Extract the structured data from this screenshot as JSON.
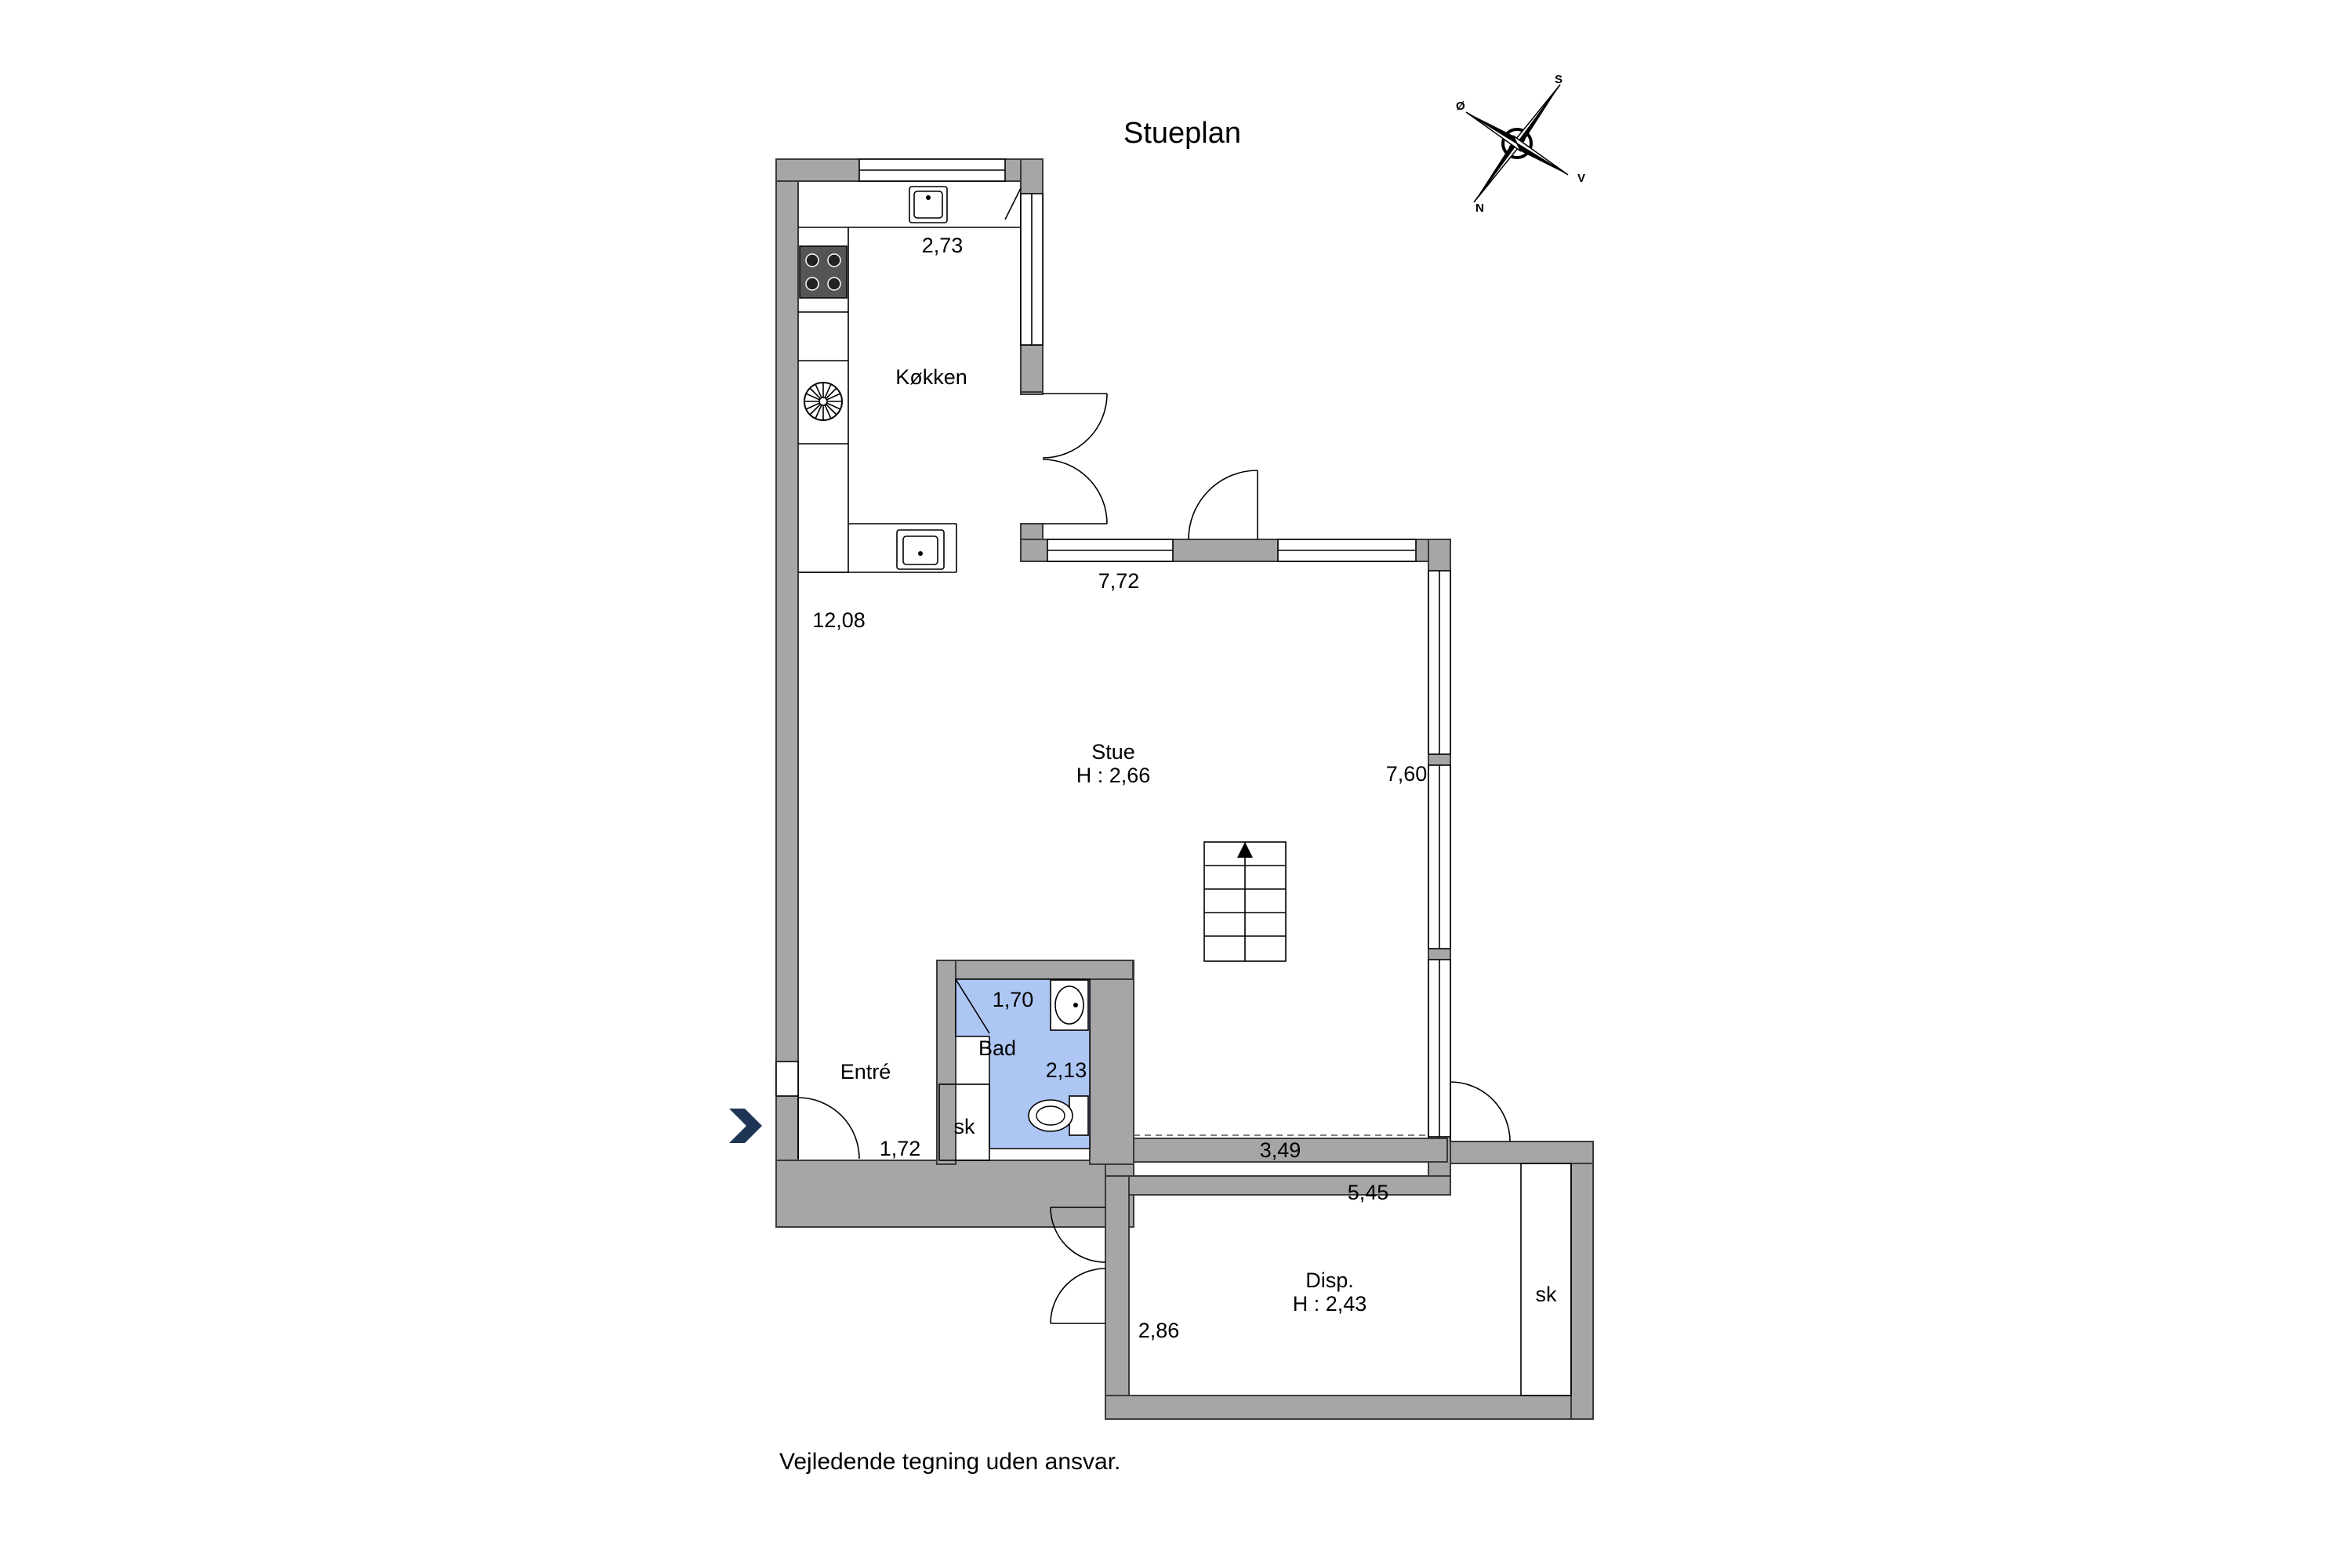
{
  "plan": {
    "title": "Stueplan",
    "disclaimer": "Vejledende tegning uden ansvar.",
    "colors": {
      "wall": "#a6a6a6",
      "bathroom": "#aec6f4",
      "entrance_arrow": "#1f3556"
    }
  },
  "compass": {
    "north": "N",
    "south": "S",
    "east": "Ø",
    "west": "V"
  },
  "rooms": {
    "kitchen": {
      "name": "Køkken"
    },
    "living": {
      "name": "Stue",
      "height": "H : 2,66"
    },
    "bathroom": {
      "name": "Bad"
    },
    "entrance": {
      "name": "Entré"
    },
    "storage": {
      "name": "Disp.",
      "height": "H : 2,43"
    },
    "closet_a": {
      "name": "sk"
    },
    "closet_b": {
      "name": "sk"
    }
  },
  "dimensions": {
    "kitchen_top": "2,73",
    "living_top": "7,72",
    "left_wall": "12,08",
    "right_wall": "7,60",
    "bath_top": "1,70",
    "bath_side": "2,13",
    "entrance_bottom": "1,72",
    "living_bottom": "3,49",
    "storage_top": "5,45",
    "storage_side": "2,86"
  }
}
